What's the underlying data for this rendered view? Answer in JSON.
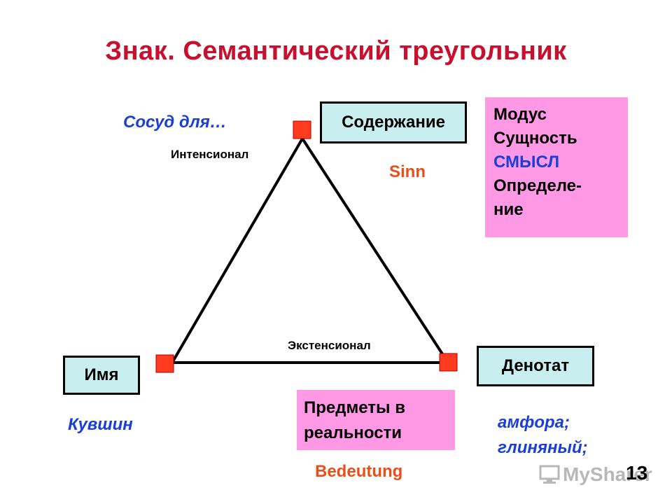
{
  "title": "Знак.  Семантический треугольник",
  "vessel_label": "Сосуд для…",
  "content_box": "Содержание",
  "intensional": "Интенсионал",
  "sinn": "Sinn",
  "meaning_box": [
    "Модус",
    "Сущность",
    "СМЫСЛ",
    "Определе-",
    "ние"
  ],
  "extensional": "Экстенсионал",
  "name_box": "Имя",
  "denotat_box": "Денотат",
  "kuvshin": "Кувшин",
  "objects_box": [
    "Предметы в",
    "реальности"
  ],
  "amphora": [
    "амфора;",
    "глиняный;"
  ],
  "bedeutung": "Bedeutung",
  "watermark": "MySharer",
  "page_number": "13",
  "colors": {
    "title": "#c8102e",
    "node": "#ff3b1f",
    "cyan_box": "#c9eef0",
    "pink_box": "#ff99e6",
    "blue_text": "#1a3fd6",
    "orange_text": "#e8501b"
  }
}
